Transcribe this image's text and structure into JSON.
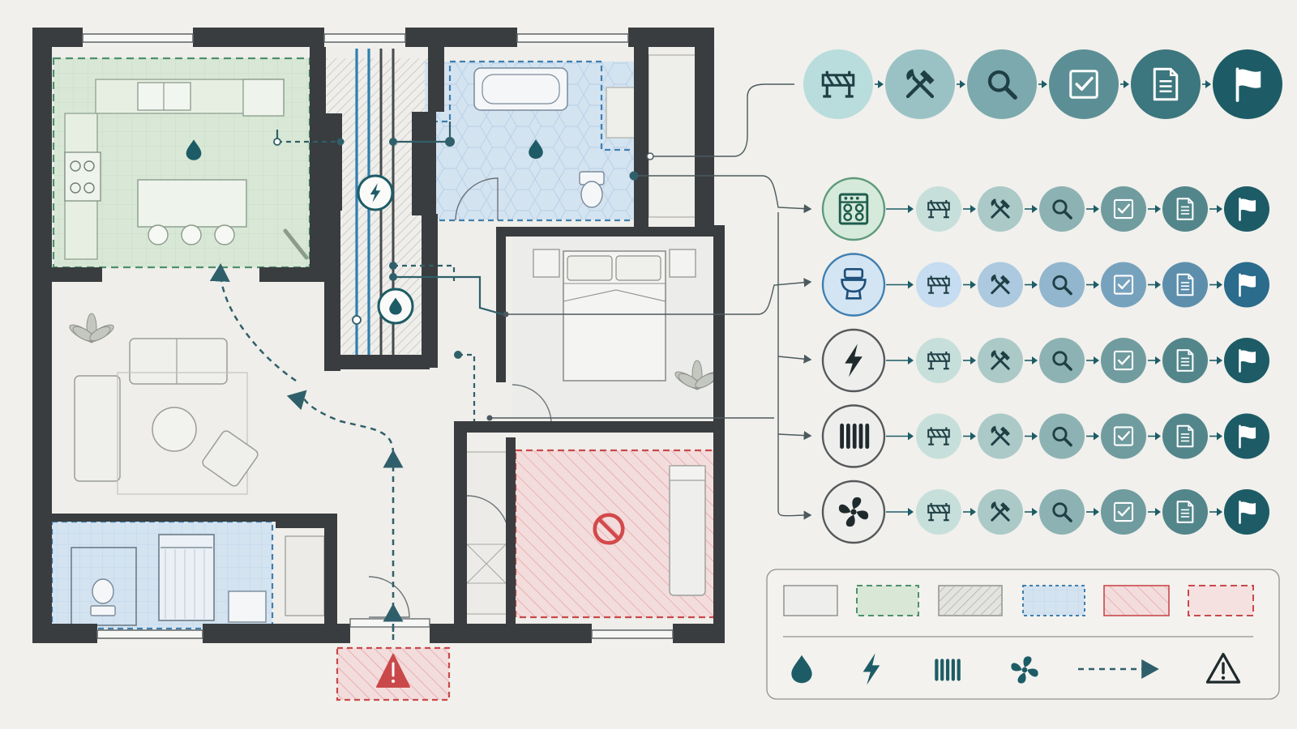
{
  "colors": {
    "background": "#f1f0ec",
    "wall": "#3a3d3f",
    "kitchen_zone": "#4f8f6e",
    "kitchen_fill": "#d9e8d6",
    "bath_zone": "#3f7fb0",
    "bath_fill": "#d4e3f0",
    "restricted_zone": "#c9494b",
    "restricted_fill": "#f3dcdc",
    "service_shaft": "#9a9a96",
    "pipe": "#2e7fb0",
    "route": "#2f5f6a",
    "teal_dark": "#1d5c66",
    "teal_light": "#b9dcdc"
  },
  "pipeline_stages": [
    {
      "icon": "barrier-icon"
    },
    {
      "icon": "tools-icon"
    },
    {
      "icon": "inspect-icon"
    },
    {
      "icon": "checklist-icon"
    },
    {
      "icon": "document-icon"
    },
    {
      "icon": "flag-icon"
    }
  ],
  "trades": [
    {
      "id": "kitchen",
      "icon": "stove-icon",
      "ring": "#5d9a7a",
      "fill": "#d6eadb"
    },
    {
      "id": "plumbing",
      "icon": "toilet-icon",
      "ring": "#3f7fb0",
      "fill": "#d3e4f3"
    },
    {
      "id": "electrical",
      "icon": "lightning-icon",
      "ring": "#55585a",
      "fill": "#eeeeec"
    },
    {
      "id": "heating",
      "icon": "radiator-icon",
      "ring": "#55585a",
      "fill": "#eeeeec"
    },
    {
      "id": "ventilation",
      "icon": "fan-icon",
      "ring": "#55585a",
      "fill": "#eeeeec"
    }
  ],
  "legend": {
    "swatches": [
      {
        "id": "general-area"
      },
      {
        "id": "kitchen-zone"
      },
      {
        "id": "service-shaft"
      },
      {
        "id": "wet-zone"
      },
      {
        "id": "restricted-zone"
      },
      {
        "id": "entry-zone"
      }
    ],
    "symbols": [
      {
        "icon": "water-drop-icon"
      },
      {
        "icon": "lightning-icon"
      },
      {
        "icon": "radiator-icon"
      },
      {
        "icon": "fan-icon"
      },
      {
        "icon": "route-arrow-icon"
      },
      {
        "icon": "warning-icon"
      }
    ]
  }
}
